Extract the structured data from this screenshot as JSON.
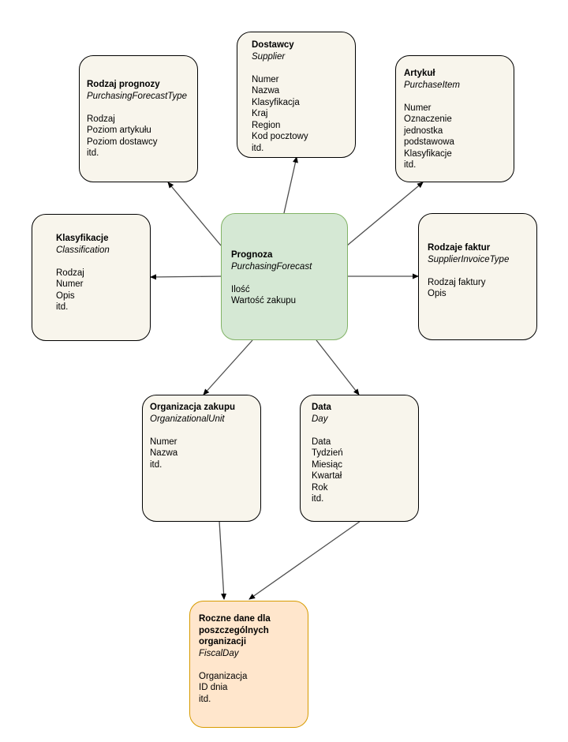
{
  "nodes": {
    "rodzaj_prognozy": {
      "title": "Rodzaj prognozy",
      "subtitle": "PurchasingForecastType",
      "attributes": [
        "Rodzaj",
        "Poziom artykułu",
        "Poziom dostawcy",
        "itd."
      ]
    },
    "dostawcy": {
      "title": "Dostawcy",
      "subtitle": "Supplier",
      "attributes": [
        "Numer",
        "Nazwa",
        "Klasyfikacja",
        "Kraj",
        "Region",
        "Kod pocztowy",
        "itd."
      ]
    },
    "artykul": {
      "title": "Artykuł",
      "subtitle": "PurchaseItem",
      "attributes": [
        "Numer",
        "Oznaczenie",
        "jednostka",
        "podstawowa",
        "Klasyfikacje",
        "itd."
      ]
    },
    "klasyfikacje": {
      "title": "Klasyfikacje",
      "subtitle": "Classification",
      "attributes": [
        "Rodzaj",
        "Numer",
        "Opis",
        "itd."
      ]
    },
    "prognoza": {
      "title": "Prognoza",
      "subtitle": "PurchasingForecast",
      "attributes": [
        "Ilość",
        "Wartość zakupu"
      ]
    },
    "rodzaje_faktur": {
      "title": "Rodzaje faktur",
      "subtitle": "SupplierInvoiceType",
      "attributes": [
        "Rodzaj faktury",
        "Opis"
      ]
    },
    "organizacja_zakupu": {
      "title": "Organizacja zakupu",
      "subtitle": "OrganizationalUnit",
      "attributes": [
        "Numer",
        "Nazwa",
        "itd."
      ]
    },
    "data": {
      "title": "Data",
      "subtitle": "Day",
      "attributes": [
        "Data",
        "Tydzień",
        "Miesiąc",
        "Kwartał",
        "Rok",
        "itd."
      ]
    },
    "fiscal_day": {
      "title": "Roczne dane dla poszczególnych organizacji",
      "subtitle": "FiscalDay",
      "attributes": [
        "Organizacja",
        "ID dnia",
        "itd."
      ]
    }
  },
  "colors": {
    "box_fill": "#f8f5ec",
    "box_stroke": "#000000",
    "center_fill": "#d5e8d4",
    "center_stroke": "#82b366",
    "fiscal_fill": "#ffe6cc",
    "fiscal_stroke": "#d79b00",
    "arrow": "#4d4d4d"
  },
  "edges": [
    {
      "from": "prognoza",
      "to": "rodzaj_prognozy"
    },
    {
      "from": "prognoza",
      "to": "dostawcy"
    },
    {
      "from": "prognoza",
      "to": "artykul"
    },
    {
      "from": "prognoza",
      "to": "klasyfikacje"
    },
    {
      "from": "prognoza",
      "to": "rodzaje_faktur"
    },
    {
      "from": "prognoza",
      "to": "organizacja_zakupu"
    },
    {
      "from": "prognoza",
      "to": "data"
    },
    {
      "from": "organizacja_zakupu",
      "to": "fiscal_day"
    },
    {
      "from": "data",
      "to": "fiscal_day"
    }
  ]
}
